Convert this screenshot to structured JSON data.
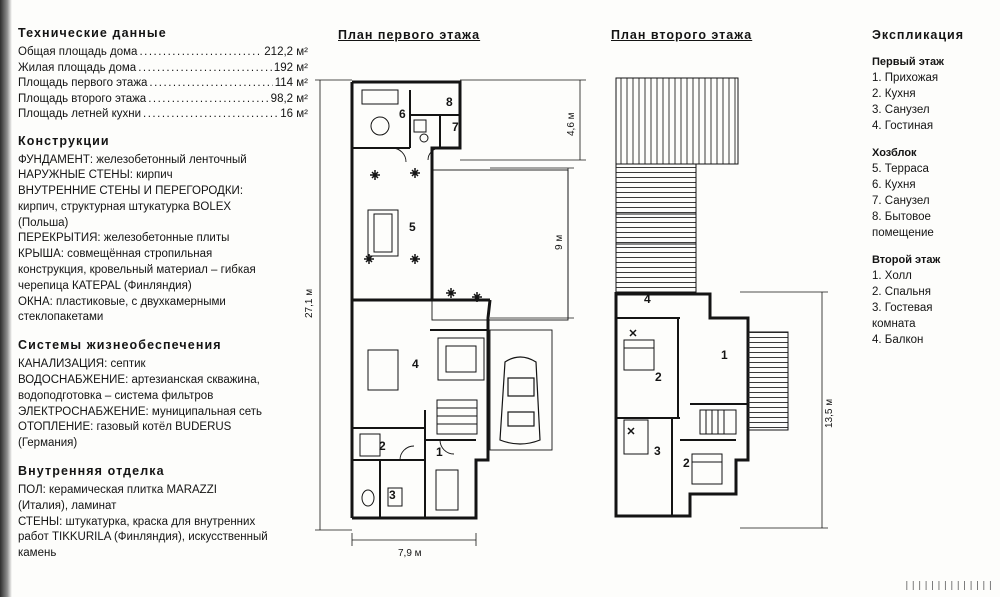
{
  "tech": {
    "heading": "Технические данные",
    "rows": [
      {
        "label": "Общая площадь дома",
        "value": "212,2 м²"
      },
      {
        "label": "Жилая площадь дома",
        "value": "192 м²"
      },
      {
        "label": "Площадь первого этажа",
        "value": "114 м²"
      },
      {
        "label": "Площадь второго этажа",
        "value": "98,2 м²"
      },
      {
        "label": "Площадь летней кухни",
        "value": "16 м²"
      }
    ]
  },
  "construction": {
    "heading": "Конструкции",
    "lines": [
      "ФУНДАМЕНТ: железобетонный ленточный",
      "НАРУЖНЫЕ СТЕНЫ: кирпич",
      "ВНУТРЕННИЕ СТЕНЫ И ПЕРЕГОРОДКИ:",
      "кирпич, структурная штукатурка BOLEX",
      "(Польша)",
      "ПЕРЕКРЫТИЯ: железобетонные плиты",
      "КРЫША: совмещённая стропильная",
      "конструкция, кровельный материал – гибкая",
      "черепица КАТЕPAL (Финляндия)",
      "ОКНА: пластиковые, с двухкамерными",
      "стеклопакетами"
    ]
  },
  "systems": {
    "heading": "Системы жизнеобеспечения",
    "lines": [
      "КАНАЛИЗАЦИЯ: септик",
      "ВОДОСНАБЖЕНИЕ: артезианская скважина,",
      "водоподготовка – система фильтров",
      "ЭЛЕКТРОСНАБЖЕНИЕ: муниципальная сеть",
      "ОТОПЛЕНИЕ: газовый котёл BUDERUS",
      "(Германия)"
    ]
  },
  "finishing": {
    "heading": "Внутренняя отделка",
    "lines": [
      "ПОЛ: керамическая плитка MARAZZI",
      "(Италия), ламинат",
      "СТЕНЫ: штукатурка, краска для внутренних",
      "работ TIKKURILA (Финляндия), искусственный",
      "камень"
    ]
  },
  "plan1": {
    "title": "План первого этажа",
    "dims": {
      "total_height": "27,1 м",
      "top_height": "4,6 м",
      "mid_height": "9 м",
      "width": "7,9 м"
    },
    "room_numbers": [
      "6",
      "8",
      "7",
      "5",
      "4",
      "2",
      "1",
      "3"
    ]
  },
  "plan2": {
    "title": "План второго этажа",
    "dims": {
      "height": "13,5 м"
    },
    "room_numbers": [
      "4",
      "1",
      "2",
      "3",
      "2"
    ]
  },
  "legend": {
    "heading": "Экспликация",
    "groups": [
      {
        "title": "Первый этаж",
        "items": [
          "1. Прихожая",
          "2. Кухня",
          "3. Санузел",
          "4. Гостиная"
        ]
      },
      {
        "title": "Хозблок",
        "items": [
          "5. Терраса",
          "6. Кухня",
          "7. Санузел",
          "8. Бытовое",
          "помещение"
        ]
      },
      {
        "title": "Второй этаж",
        "items": [
          "1. Холл",
          "2. Спальня",
          "3. Гостевая",
          "комната",
          "4. Балкон"
        ]
      }
    ]
  },
  "colors": {
    "ink": "#141414",
    "paper": "#fdfdfb",
    "hatch": "#3a3a3a"
  }
}
